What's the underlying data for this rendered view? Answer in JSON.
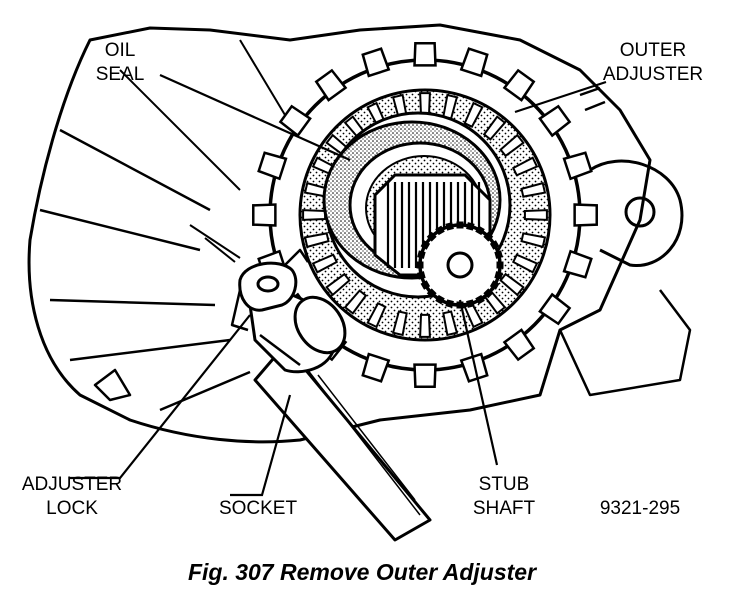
{
  "labels": {
    "oil_seal": [
      "OIL",
      "SEAL"
    ],
    "outer_adjuster": [
      "OUTER",
      "ADJUSTER"
    ],
    "adjuster_lock": [
      "ADJUSTER",
      "LOCK"
    ],
    "socket": "SOCKET",
    "stub_shaft": [
      "STUB",
      "SHAFT"
    ],
    "figure_code": "9321-295"
  },
  "caption": "Fig. 307 Remove Outer Adjuster"
}
